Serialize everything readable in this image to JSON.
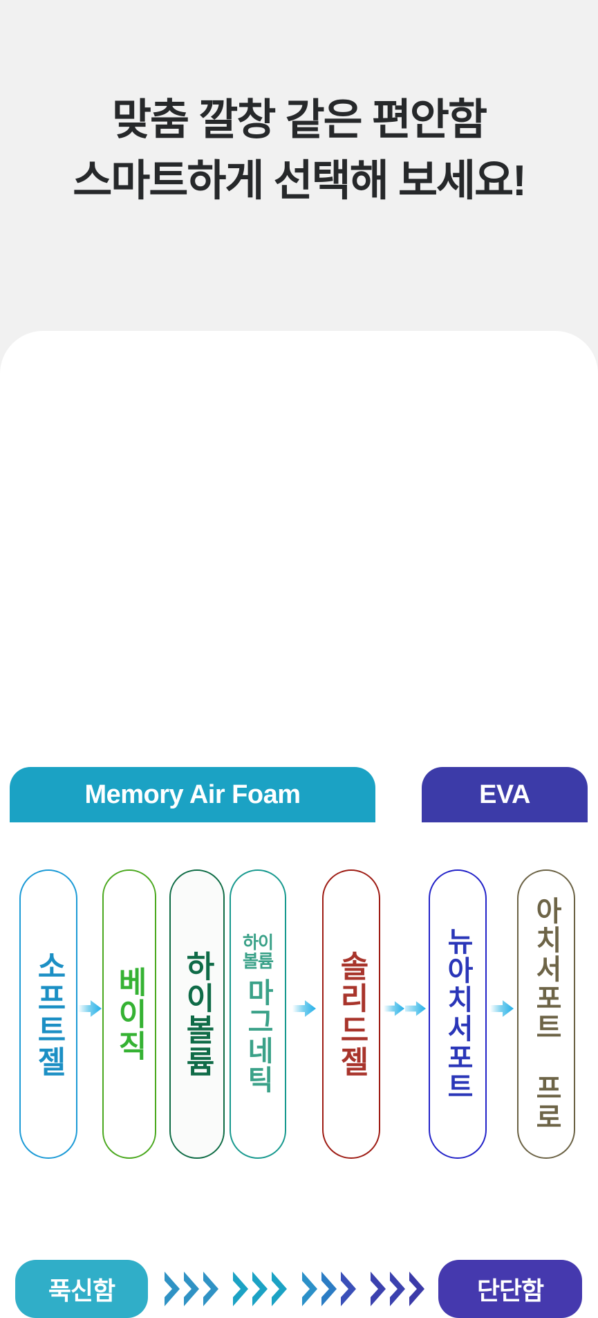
{
  "page": {
    "background_color": "#f1f1f1",
    "card_background_color": "#ffffff"
  },
  "headline": {
    "line1": "맞춤 깔창 같은 편안함",
    "line2": "스마트하게 선택해 보세요!",
    "color": "#26282a"
  },
  "categories": [
    {
      "id": "memory-air-foam",
      "label": "Memory Air Foam",
      "color": "#1ba2c4",
      "text_color": "#ffffff"
    },
    {
      "id": "eva",
      "label": "EVA",
      "color": "#3c3ba8",
      "text_color": "#ffffff"
    }
  ],
  "products": [
    {
      "id": "soft-gel",
      "label": "소프트젤",
      "prelabel": null,
      "border_color": "#1b9ad6",
      "text_color": "#1b8fc4",
      "fill_color": "#ffffff",
      "category": "memory-air-foam"
    },
    {
      "id": "basic",
      "label": "베이직",
      "prelabel": null,
      "border_color": "#4aa81e",
      "text_color": "#35b233",
      "fill_color": "#ffffff",
      "category": "memory-air-foam"
    },
    {
      "id": "high-volume",
      "label": "하이볼륨",
      "prelabel": null,
      "border_color": "#0d6b44",
      "text_color": "#0f6b47",
      "fill_color": "#fafbfa",
      "category": "memory-air-foam"
    },
    {
      "id": "high-volume-magnetic",
      "label": "마그네틱",
      "prelabel": [
        "하이",
        "볼륨"
      ],
      "border_color": "#17998e",
      "text_color": "#3aa188",
      "fill_color": "#ffffff",
      "category": "memory-air-foam"
    },
    {
      "id": "solid-gel",
      "label": "솔리드젤",
      "prelabel": null,
      "border_color": "#9e1c14",
      "text_color": "#a8342b",
      "fill_color": "#ffffff",
      "category": "memory-air-foam"
    },
    {
      "id": "new-arch-support",
      "label": "뉴아치서포트",
      "prelabel": null,
      "border_color": "#2222c8",
      "text_color": "#2a36b8",
      "fill_color": "#ffffff",
      "category": "eva"
    },
    {
      "id": "arch-support-pro",
      "label": "아치서포트 프로",
      "prelabel": null,
      "border_color": "#6b6244",
      "text_color": "#6d6447",
      "fill_color": "#ffffff",
      "category": "eva"
    }
  ],
  "arrows": [
    {
      "id": "arrow-1",
      "between": [
        "soft-gel",
        "basic"
      ],
      "count": 1
    },
    {
      "id": "arrow-2",
      "between": [
        "high-volume-magnetic",
        "solid-gel"
      ],
      "count": 1
    },
    {
      "id": "arrow-3",
      "between": [
        "solid-gel",
        "new-arch-support"
      ],
      "count": 2
    },
    {
      "id": "arrow-4",
      "between": [
        "new-arch-support",
        "arch-support-pro"
      ],
      "count": 1
    }
  ],
  "legend": {
    "soft_label": "푹신함",
    "soft_color": "#30aec8",
    "firm_label": "단단함",
    "firm_color": "#4539ae",
    "chevron_colors": [
      "#2f92c4",
      "#1ba2c4",
      "#2b7cc4",
      "#3b41ae"
    ]
  }
}
